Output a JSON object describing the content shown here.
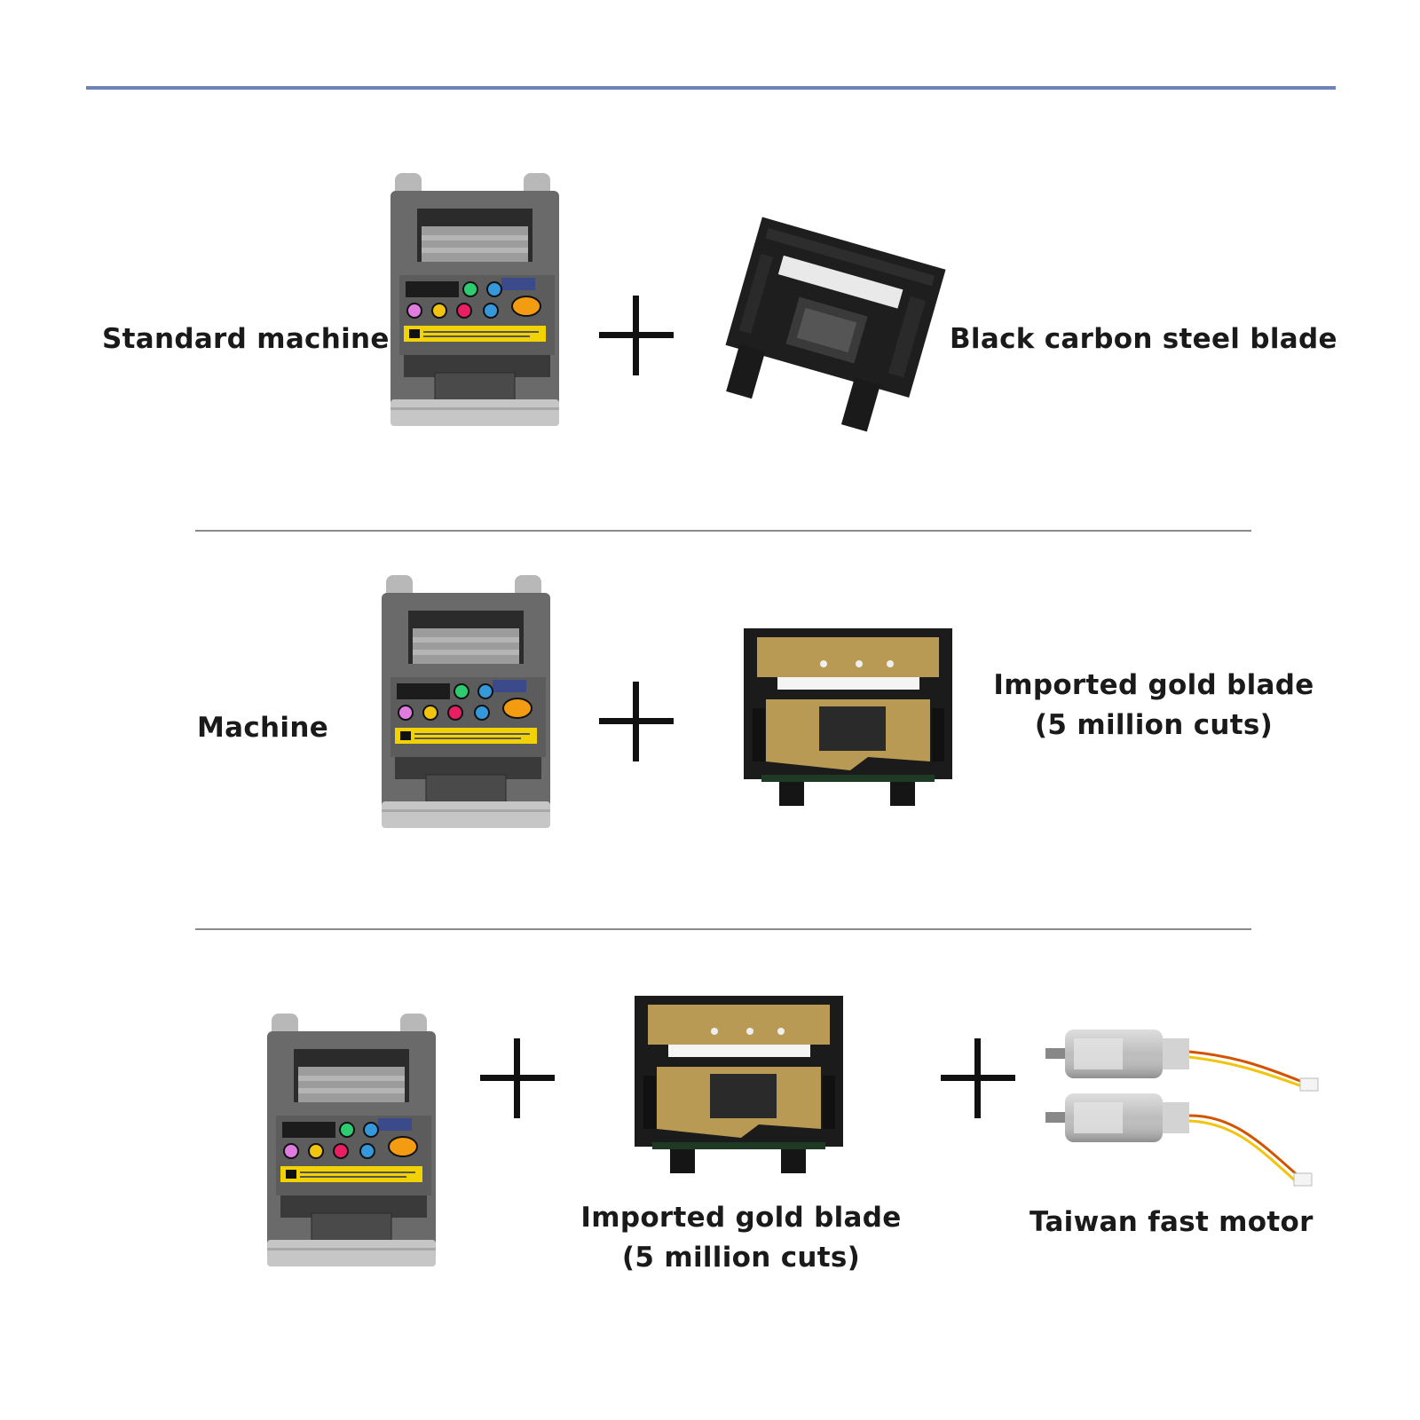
{
  "rows": [
    {
      "items": [
        {
          "icon": "tape-dispenser-machine-icon",
          "label": "Standard machine"
        },
        {
          "icon": "black-carbon-steel-blade-icon",
          "label": "Black carbon steel blade"
        }
      ]
    },
    {
      "items": [
        {
          "icon": "tape-dispenser-machine-icon",
          "label": "Machine"
        },
        {
          "icon": "gold-blade-icon",
          "label": "Imported gold blade",
          "sublabel": "(5 million cuts)"
        }
      ]
    },
    {
      "items": [
        {
          "icon": "tape-dispenser-machine-icon"
        },
        {
          "icon": "gold-blade-icon",
          "label": "Imported gold blade",
          "sublabel": "(5 million cuts)"
        },
        {
          "icon": "dc-motor-icon",
          "label": "Taiwan fast motor"
        }
      ]
    }
  ],
  "colors": {
    "top_rule": "#6d83b5",
    "separator": "#8a8a8a",
    "machine_body": "#6a6a6a",
    "gold_blade": "#b89a55",
    "warning_label": "#f2d200"
  }
}
